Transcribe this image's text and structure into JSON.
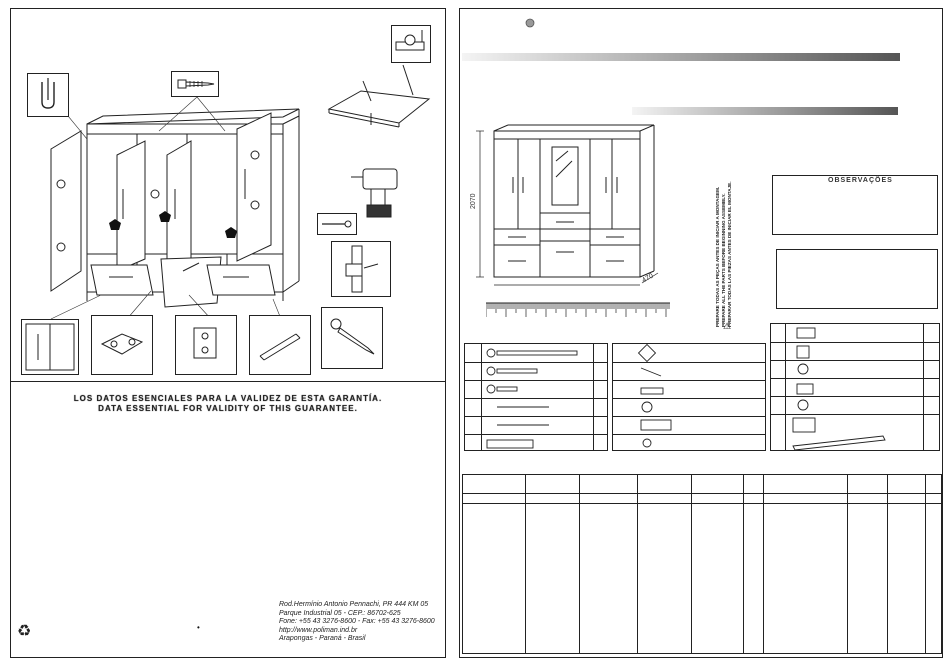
{
  "left_page": {
    "guarantee_line_1": "LOS DATOS ESENCIALES PARA LA VALIDEZ DE ESTA GARANTÍA.",
    "guarantee_line_2": "DATA ESSENTIAL FOR VALIDITY OF THIS GUARANTEE.",
    "address": [
      "Rod.Hermínio Antonio Pennachi, PR 444 KM 05",
      "Parque Industrial 05 - CEP.: 86702-625",
      "Fone: +55 43 3276-8600 - Fax: +55 43 3276-8600",
      "http://www.poliman.ind.br",
      "Arapongas - Paraná - Brasil"
    ],
    "bullet": "•",
    "recycle_symbol": "♻"
  },
  "right_page": {
    "dimension_height": "2070",
    "dimension_depth": "470",
    "vertical_notice": [
      "PREPARE TODAS AS PEÇAS ANTES DE INICIAR A MONTAGEM.",
      "PREPARE ALL THE PARTS BEFORE BEGINNING ASSEMBLY.",
      "PREPARAR TODAS LAS PIEZAS ANTES DE INICIAR EL MONTAJE."
    ],
    "legend_title": "OBSERVAÇÕES",
    "warning_symbol": "⚠"
  },
  "colors": {
    "line": "#222222",
    "bar_gradient_start": "#555555",
    "bar_gradient_end": "#f4f4f4",
    "circle_marker": "#999999"
  },
  "icons": [
    "hinge-icon",
    "screw-icon",
    "drill-icon",
    "handle-icon",
    "shelf-support-icon",
    "nail-icon",
    "drawer-slide-icon",
    "dowel-icon",
    "recycle-icon",
    "warning-icon"
  ]
}
